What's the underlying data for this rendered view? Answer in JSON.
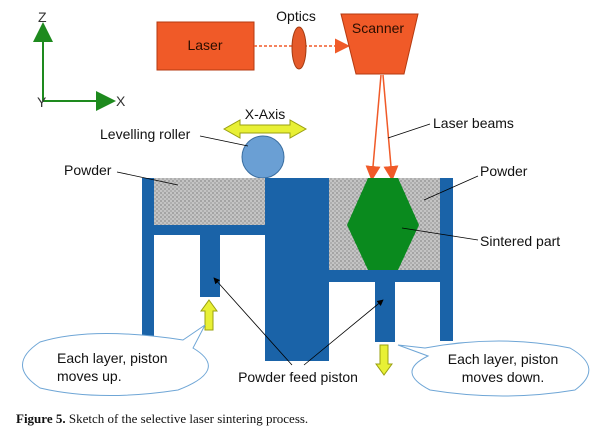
{
  "axes": {
    "z": "Z",
    "y": "Y",
    "x": "X"
  },
  "labels": {
    "laser": "Laser",
    "optics": "Optics",
    "scanner": "Scanner",
    "x_axis": "X-Axis",
    "levelling_roller": "Levelling roller",
    "laser_beams": "Laser beams",
    "powder_left": "Powder",
    "powder_right": "Powder",
    "sintered_part": "Sintered part",
    "powder_feed_piston": "Powder feed piston",
    "callout_left_line1": "Each layer, piston",
    "callout_left_line2": "moves up.",
    "callout_right_line1": "Each layer, piston",
    "callout_right_line2": "moves down."
  },
  "caption": {
    "label": "Figure 5.",
    "text": "Sketch of the selective laser sintering process."
  },
  "colors": {
    "laser": "#f05a28",
    "structure_blue": "#1a63a8",
    "powder": "#b8b8b8",
    "sintered_part": "#0a8a1e",
    "roller": "#6a9fd4",
    "motion_arrow": "#e8f035",
    "axis_green": "#1e8a1e"
  }
}
